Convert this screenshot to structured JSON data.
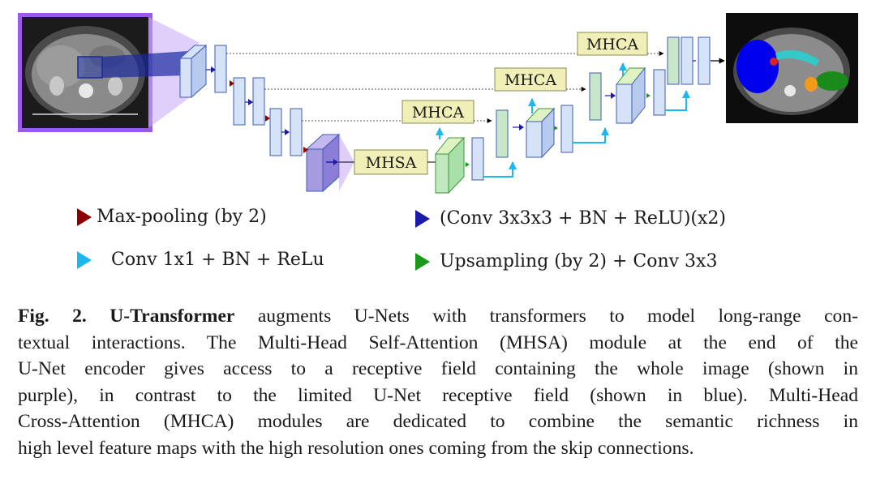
{
  "diagram": {
    "mhsa_label": "MHSA",
    "mhca_labels": [
      "MHCA",
      "MHCA",
      "MHCA"
    ],
    "colors": {
      "block_fill": "#d6e2f7",
      "block_stroke": "#3c5cb4",
      "bottleneck_fill": "#a79be0",
      "attn_box_fill": "#f1efb8",
      "attn_box_stroke": "#8a8a50",
      "upsample_fill": "#c2e8c2",
      "upsample_stroke": "#3b9a3b",
      "skip_cyan": "#1eb6ef",
      "receptive_purple": "#9b59f0"
    }
  },
  "legend": {
    "maxpool": {
      "label": "Max-pooling (by 2)",
      "color": "#8b0000",
      "icon": "triangle-right-icon"
    },
    "conv3": {
      "label": "(Conv 3x3x3 + BN + ReLU)(x2)",
      "color": "#1a1aa8",
      "icon": "triangle-right-icon"
    },
    "conv1": {
      "label": "Conv 1x1 + BN + ReLu",
      "color": "#1eb6ef",
      "icon": "triangle-right-icon"
    },
    "upsample": {
      "label": "Upsampling (by 2) + Conv 3x3",
      "color": "#1a9a1a",
      "icon": "triangle-right-icon"
    }
  },
  "caption": {
    "label": "Fig. 2.",
    "title": "U-Transformer",
    "lines": [
      " augments U-Nets with transformers to model long-range con-",
      "textual interactions. The Multi-Head Self-Attention (MHSA) module at the end of the",
      "U-Net encoder gives access to a receptive field containing the whole image (shown in",
      "purple), in contrast to the limited U-Net receptive field (shown in blue). Multi-Head",
      "Cross-Attention (MHCA) modules are dedicated to combine the semantic richness in",
      "high level feature maps with the high resolution ones coming from the skip connections."
    ]
  }
}
